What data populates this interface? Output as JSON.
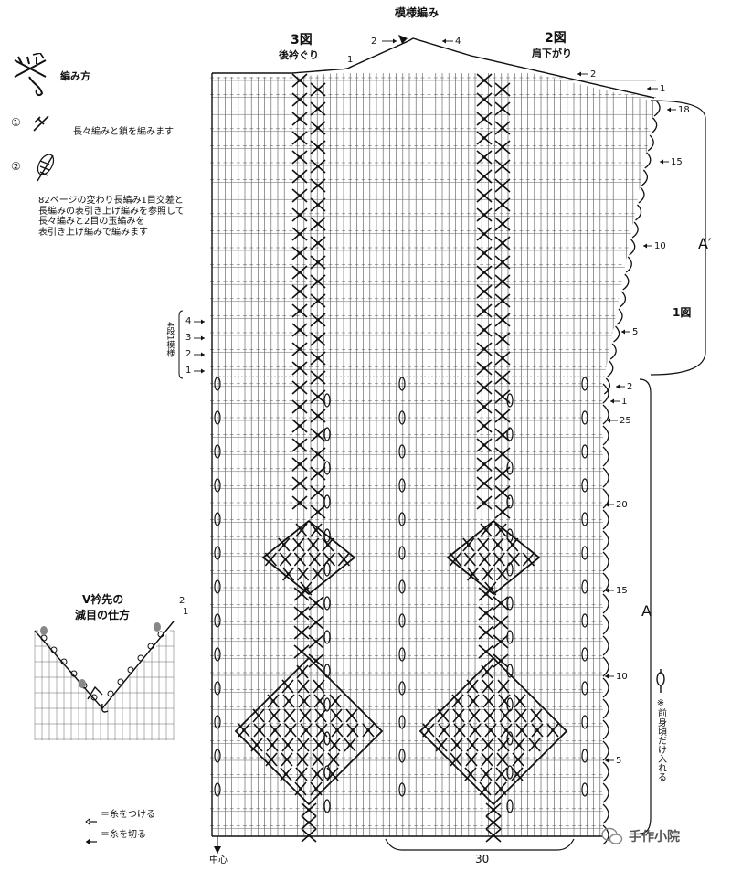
{
  "header": {
    "pattern_title": "模様編み",
    "fig3_label": "3図",
    "fig3_sub": "後衿ぐり",
    "fig2_label": "2図",
    "fig2_sub": "肩下がり"
  },
  "legend": {
    "title": "編み方",
    "step1_num": "①",
    "step1_text": "長々編みと鎖を編みます",
    "step2_num": "②",
    "note_lines": [
      "82ページの変わり長編み1目交差と",
      "長編みの表引き上げ編みを参照して",
      "長々編みと2目の玉編みを",
      "表引き上げ編みで編みます"
    ]
  },
  "left_repeat": {
    "rows": [
      "4",
      "3",
      "2",
      "1"
    ],
    "label": "4段1模様"
  },
  "v_neck": {
    "title_line1": "V衿先の",
    "title_line2": "減目の仕方",
    "row2": "2",
    "row1": "1"
  },
  "symbols": {
    "attach": "＝糸をつける",
    "cut": "＝糸を切る"
  },
  "top_marks": {
    "left_2": "2",
    "right_4": "4",
    "neck_1": "1",
    "shoulder_2": "2",
    "shoulder_1": "1"
  },
  "right_rows": {
    "upper": [
      "18",
      "15",
      "10",
      "5",
      "2",
      "1"
    ],
    "lower": [
      "25",
      "20",
      "15",
      "10",
      "5"
    ]
  },
  "sections": {
    "a_prime": "A′",
    "fig1": "1図",
    "a": "A"
  },
  "side_note": "※前身頃だけ入れる",
  "bottom": {
    "center": "中心",
    "width": "30"
  },
  "watermark": "手作小院",
  "chart_data": {
    "type": "table",
    "pattern": "模様編み",
    "figures": [
      "1図",
      "2図",
      "3図"
    ],
    "sections": [
      "A",
      "A′"
    ],
    "right_row_labels": [
      18,
      15,
      10,
      5,
      2,
      1,
      25,
      20,
      15,
      10,
      5
    ],
    "repeat_rows": [
      4,
      3,
      2,
      1
    ],
    "width_label": "30"
  }
}
